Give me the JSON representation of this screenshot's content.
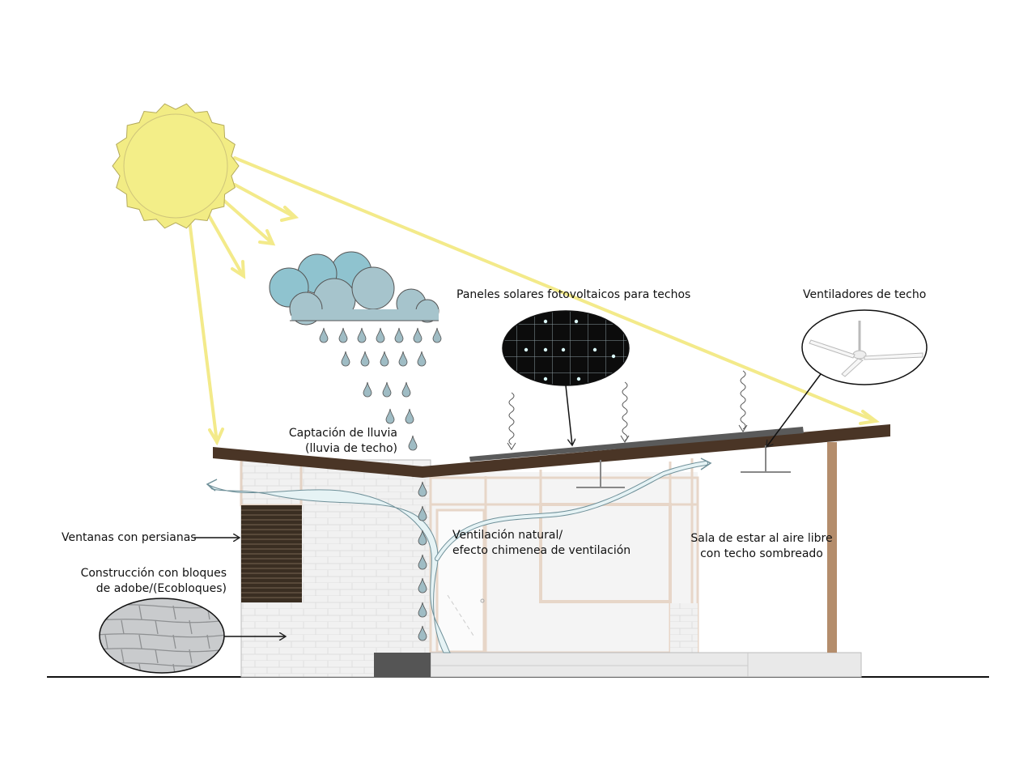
{
  "labels": {
    "solar_panels": "Paneles solares fotovoltaicos para techos",
    "ceiling_fans": "Ventiladores de techo",
    "rain_capture_1": "Captación de lluvia",
    "rain_capture_2": "(lluvia de techo)",
    "shutters": "Ventanas con persianas",
    "ventilation_1": "Ventilación natural/",
    "ventilation_2": "efecto chimenea de ventilación",
    "living_1": "Sala de estar al aire libre",
    "living_2": "con techo sombreado",
    "adobe_1": "Construcción con bloques",
    "adobe_2": "de adobe/(Ecobloques)"
  },
  "icons": [
    "sun-icon",
    "cloud-icon",
    "raindrop-icon",
    "solar-panel-icon",
    "ceiling-fan-icon",
    "adobe-brick-icon",
    "heat-wave-icon",
    "airflow-arrow-icon"
  ],
  "colors": {
    "sun": "#f2ec84",
    "sun_ray": "#f3ea8a",
    "cloud_light": "#a6c4cc",
    "cloud_dark": "#8fc3cf",
    "rain": "#9fbcc4",
    "roof": "#4a3526",
    "post": "#b48d6c",
    "airflow": "#d7ecf0"
  }
}
